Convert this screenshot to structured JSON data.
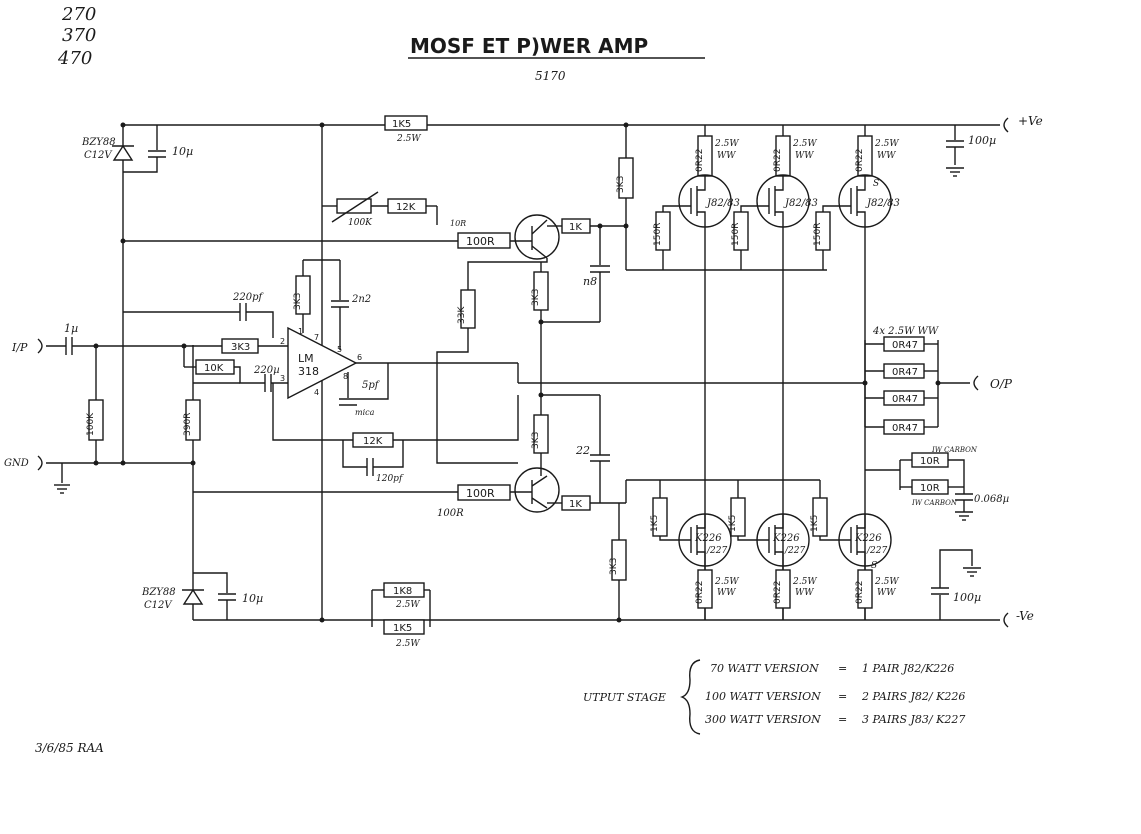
{
  "margin_notes": [
    "270",
    "370",
    "470"
  ],
  "title": "MOSF ET  P)WER AMP",
  "subtitle": "5170",
  "date_note": "3/6/85  RAA",
  "terminals": {
    "input": "I/P",
    "ground": "GND",
    "output": "O/P",
    "pos_rail": "+Ve",
    "neg_rail": "-Ve"
  },
  "zener_top": {
    "part": "BZY88",
    "voltage": "C12V",
    "cap": "10µ"
  },
  "zener_bottom": {
    "part": "BZY88",
    "voltage": "C12V",
    "cap": "10µ"
  },
  "rail_resistor_top": {
    "value": "1K5",
    "rating": "2.5W"
  },
  "rail_resistors_bottom": [
    {
      "value": "1K8",
      "rating": "2.5W"
    },
    {
      "value": "1K5",
      "rating": "2.5W"
    }
  ],
  "feedback": {
    "pot": "100K",
    "r12k_top": "12K",
    "r12k_bottom": "12K",
    "cap_120pf": "120pf",
    "cap_220pf": "220pf",
    "r3k3_in": "3K3",
    "r10k": "10K",
    "cap_220u": "220µ",
    "r100k": "100K",
    "r390r": "390R",
    "input_cap": "1µ"
  },
  "opamp": {
    "part": "LM",
    "number": "318",
    "pins": [
      "1",
      "2",
      "3",
      "4",
      "5",
      "6",
      "7",
      "8"
    ],
    "comp_cap": "5pf",
    "comp_label": "mica",
    "cap_2n2": "2n2",
    "r3k3": "3K3"
  },
  "driver": {
    "r100r_top": "100R",
    "r100r_top_note": "10R",
    "r1k_top": "1K",
    "cap_n8": "n8",
    "r33k": "33K",
    "r3k3_mid": "3K3",
    "r3k3_lower": "3K3",
    "cap_22": "22",
    "r100r_bottom": "100R",
    "r100r_bottom_note": "100R",
    "r1k_bottom": "1K",
    "r3k3_right_top": "3K3",
    "r3k3_right_bottom": "3K3"
  },
  "output_top": {
    "mosfet": [
      "J82/83",
      "J82/83",
      "J82/83"
    ],
    "source_r": "0R22",
    "source_r_rating": [
      "2.5W",
      "WW"
    ],
    "gate_r": "150R",
    "pin_s": "S"
  },
  "output_bottom": {
    "mosfet": [
      "K226",
      "K226",
      "K226"
    ],
    "mosfet_alt": [
      "/227",
      "/227",
      "/227"
    ],
    "source_r": "0R22",
    "source_r_rating": [
      "2.5W",
      "WW"
    ],
    "gate_r": "1K5",
    "pin_s": "S"
  },
  "output_network": {
    "header": "4x 2.5W  WW",
    "resistors": [
      "0R47",
      "0R47",
      "0R47",
      "0R47"
    ],
    "zobel_r": [
      "10R",
      "10R"
    ],
    "zobel_note": [
      "IW CARBON",
      "IW CARBON"
    ],
    "zobel_cap": "0.068µ"
  },
  "rail_caps": {
    "pos": "100µ",
    "neg": "100µ"
  },
  "versions": {
    "label": "UTPUT  STAGE",
    "rows": [
      {
        "watts": "70  WATT  VERSION",
        "eq": "=",
        "desc": "1 PAIR  J82/K226"
      },
      {
        "watts": "100  WATT  VERSION",
        "eq": "=",
        "desc": "2 PAIRS  J82/ K226"
      },
      {
        "watts": "300  WATT  VERSION",
        "eq": "=",
        "desc": "3 PAIRS  J83/ K227"
      }
    ]
  }
}
